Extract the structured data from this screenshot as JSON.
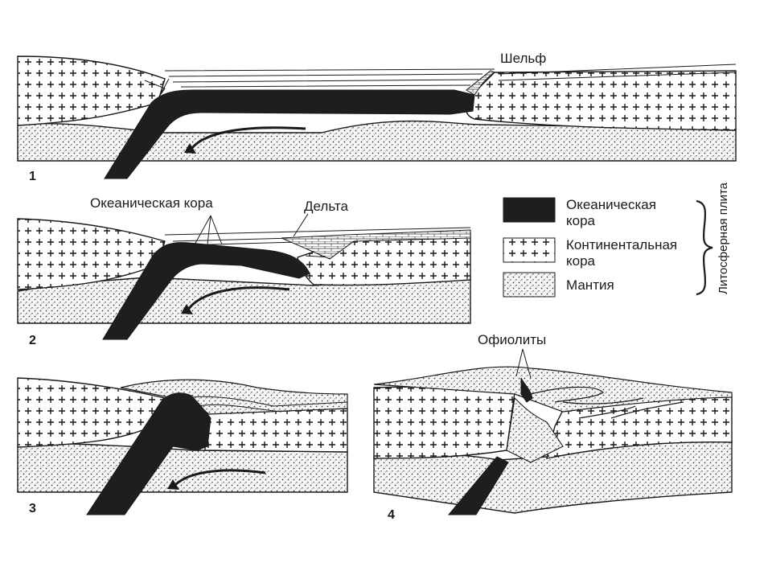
{
  "stages": [
    "1",
    "2",
    "3",
    "4"
  ],
  "labels": {
    "shelf": "Шельф",
    "oceanic_crust_callout": "Океаническая кора",
    "delta": "Дельта",
    "ophiolites": "Офиолиты"
  },
  "legend": {
    "items": [
      {
        "key": "oceanic",
        "line1": "Океаническая",
        "line2": "кора"
      },
      {
        "key": "continental",
        "line1": "Континентальная",
        "line2": "кора"
      },
      {
        "key": "mantle",
        "line1": "Мантия",
        "line2": ""
      }
    ],
    "brace_label": "Литосферная плита"
  },
  "colors": {
    "ink": "#1a1a1a",
    "oceanic": "#1e1e1e",
    "background": "#ffffff"
  }
}
